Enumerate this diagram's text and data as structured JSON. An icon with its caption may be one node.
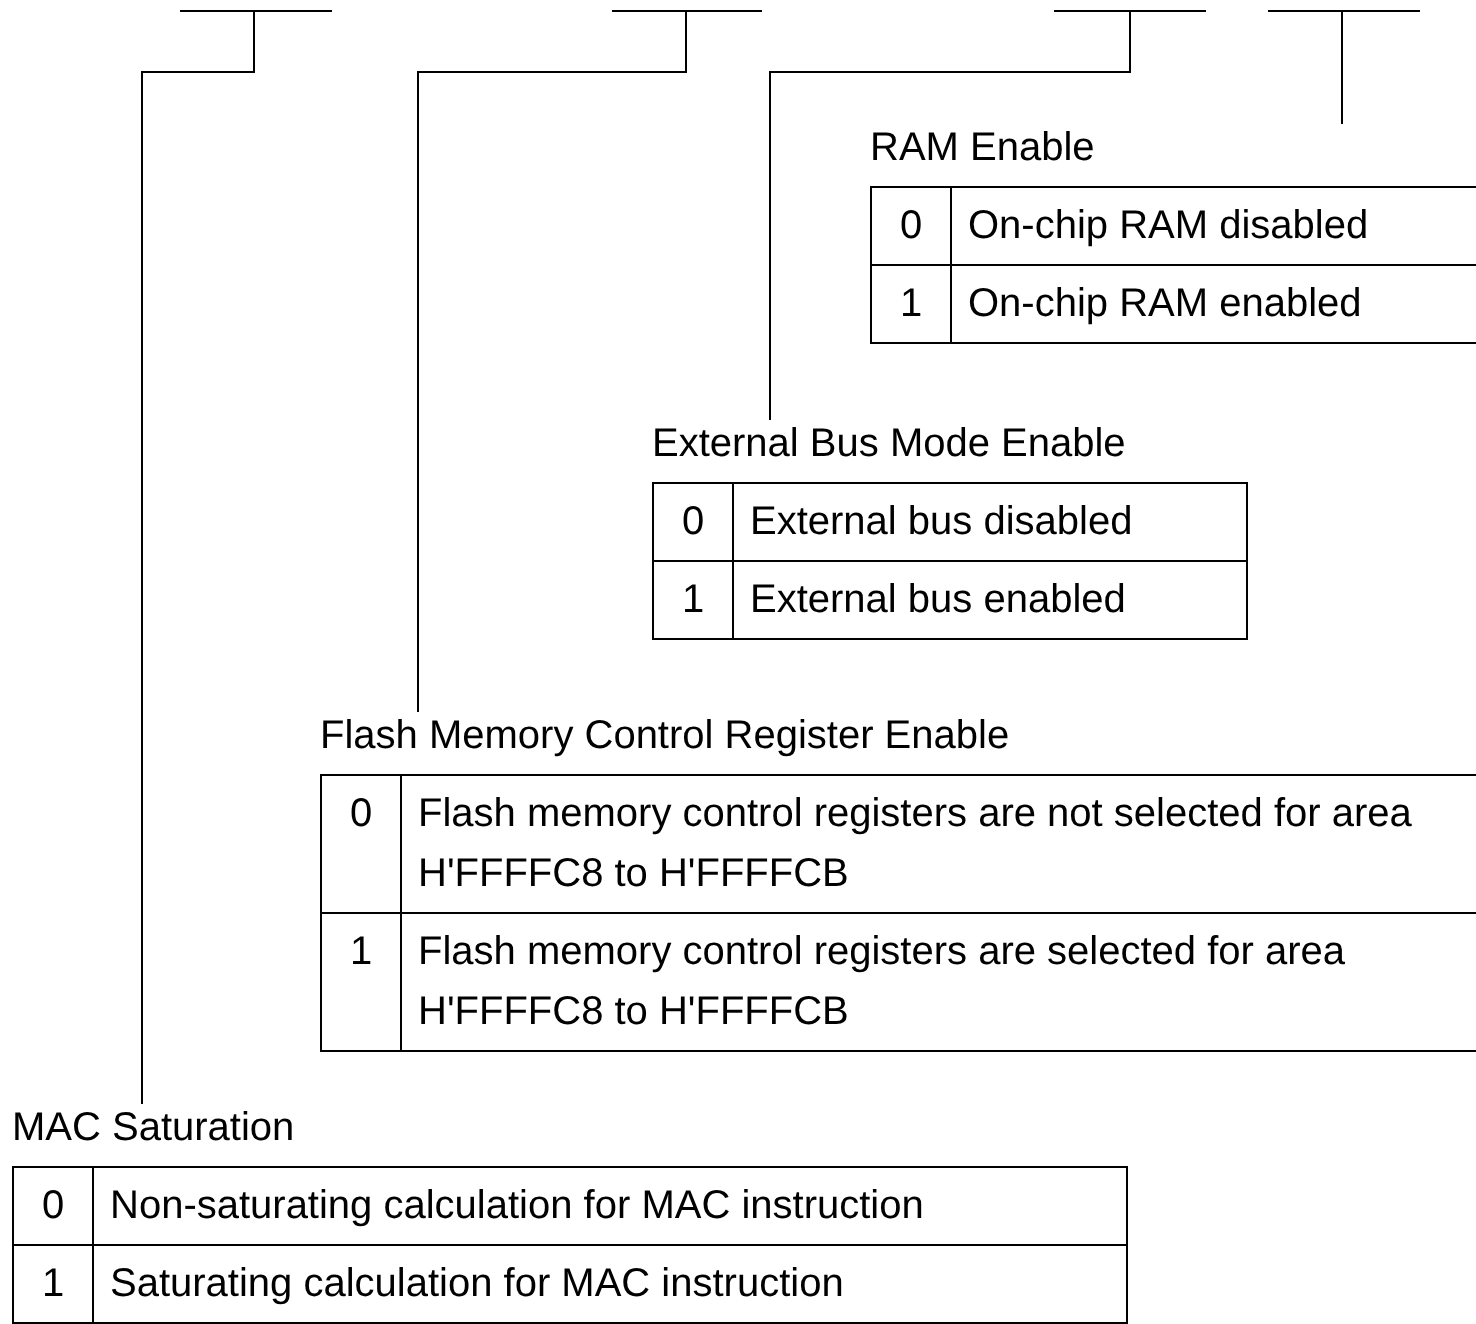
{
  "diagram": {
    "nodes": [
      {
        "text": [],
        "shape": "bar"
      },
      {
        "text": [],
        "shape": "bar"
      },
      {
        "text": [],
        "shape": "bar"
      },
      {
        "text": [],
        "shape": "bar"
      },
      {
        "text": [
          "RAM Enable",
          "0",
          "On-chip RAM disabled",
          "1",
          "On-chip RAM enabled"
        ]
      },
      {
        "text": [
          "External Bus Mode Enable",
          "0",
          "External bus disabled",
          "1",
          "External bus enabled"
        ]
      },
      {
        "text": [
          "Flash Memory Control Register Enable",
          "0",
          "Flash memory control registers are not selected for area H'FFFFC8 to H'FFFFCB",
          "1",
          "Flash memory control registers are selected for area H'FFFFC8 to H'FFFFCB"
        ]
      },
      {
        "text": [
          "MAC Saturation",
          "0",
          "Non-saturating calculation for MAC instruction",
          "1",
          "Saturating calculation for MAC instruction"
        ]
      }
    ],
    "edges": [
      {
        "from": 3,
        "to": 4,
        "arrow": "none"
      },
      {
        "from": 2,
        "to": 5,
        "arrow": "none"
      },
      {
        "from": 1,
        "to": 6,
        "arrow": "none"
      },
      {
        "from": 0,
        "to": 7,
        "arrow": "none"
      }
    ]
  }
}
